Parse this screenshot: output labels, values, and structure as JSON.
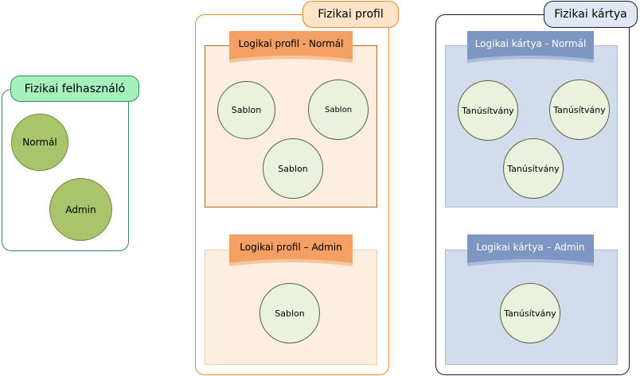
{
  "physical_user": {
    "title": "Fizikai felhasználó",
    "roles": [
      "Normál",
      "Admin"
    ]
  },
  "physical_profile": {
    "title": "Fizikai profil",
    "logical_normal": {
      "title": "Logikai profil - Normál",
      "items": [
        "Sablon",
        "Sablon",
        "Sablon"
      ]
    },
    "logical_admin": {
      "title": "Logikai profil – Admin",
      "items": [
        "Sablon"
      ]
    }
  },
  "physical_card": {
    "title": "Fizikai kártya",
    "logical_normal": {
      "title": "Logikai kártya - Normál",
      "items": [
        "Tanúsítvány",
        "Tanúsítvány",
        "Tanúsítvány"
      ]
    },
    "logical_admin": {
      "title": "Logikai kártya – Admin",
      "items": [
        "Tanúsítvány"
      ]
    }
  },
  "colors": {
    "green_border": "#2e8b57",
    "green_tab": "#a6f0bd",
    "orange_border": "#e3892a",
    "orange_tab": "#fde3c7",
    "orange_ribbon": "#f4a064",
    "blue_border": "#1a1a2e",
    "blue_tab": "#dfe7f4",
    "blue_ribbon": "#7d97c2"
  }
}
